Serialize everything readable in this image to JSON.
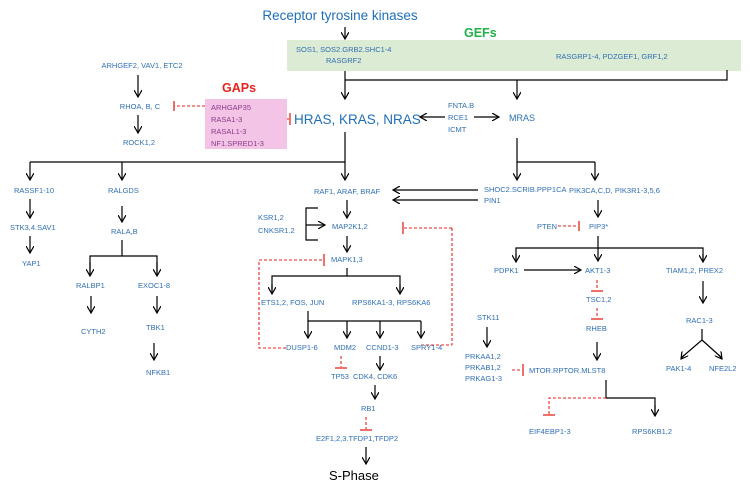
{
  "title": "Receptor tyrosine kinases",
  "gefs": {
    "label": "GEFs",
    "left_line1": "SOS1, SOS2.GRB2.SHC1-4",
    "left_line2": "RASGRF2",
    "right": "RASGRP1-4, PDZGEF1, GRF1,2"
  },
  "gaps": {
    "label": "GAPs",
    "items": [
      "ARHGAP35",
      "RASA1-3",
      "RASAL1-3",
      "NF1.SPRED1-3"
    ]
  },
  "nodes": {
    "arhgef": "ARHGEF2, VAV1, ETC2",
    "rhoa": "RHOA, B, C",
    "rock": "ROCK1,2",
    "ras": "HRAS, KRAS, NRAS",
    "fnta": "FNTA.B",
    "rce1": "RCE1",
    "icmt": "ICMT",
    "mras": "MRAS",
    "rassf": "RASSF1-10",
    "stk3": "STK3,4.SAV1",
    "yap1": "YAP1",
    "ralgds": "RALGDS",
    "rala": "RALA,B",
    "ralbp1": "RALBP1",
    "exoc": "EXOC1-8",
    "cyth2": "CYTH2",
    "tbk1": "TBK1",
    "nfkb1": "NFKB1",
    "raf": "RAF1, ARAF, BRAF",
    "shoc2": "SHOC2.SCRIB.PPP1CA",
    "pin1": "PIN1",
    "ksr": "KSR1,2",
    "cnksr": "CNKSR1.2",
    "map2k": "MAP2K1,2",
    "mapk": "MAPK1,3",
    "ets": "ETS1,2, FOS, JUN",
    "rps6ka": "RPS6KA1-3, RPS6KA6",
    "dusp": "DUSP1-6",
    "mdm2": "MDM2",
    "ccnd": "CCND1-3",
    "spry": "SPRY1-4",
    "tp53": "TP53",
    "cdk": "CDK4, CDK6",
    "rb1": "RB1",
    "e2f": "E2F1,2,3.TFDP1,TFDP2",
    "sphase": "S-Phase",
    "pik3": "PIK3CA,C,D, PIK3R1-3,5,6",
    "pten": "PTEN",
    "pip3": "PIP3*",
    "pdpk1": "PDPK1",
    "akt": "AKT1-3",
    "tiam": "TIAM1,2, PREX2",
    "tsc": "TSC1,2",
    "rheb": "RHEB",
    "stk11": "STK11",
    "prkaa": "PRKAA1,2",
    "prkab": "PRKAB1,2",
    "prkag": "PRKAG1-3",
    "mtor": "MTOR.RPTOR.MLST8",
    "rac": "RAC1-3",
    "pak": "PAK1-4",
    "nfe2l2": "NFE2L2",
    "eif4ebp1": "EIF4EBP1-3",
    "rps6kb": "RPS6KB1,2"
  }
}
